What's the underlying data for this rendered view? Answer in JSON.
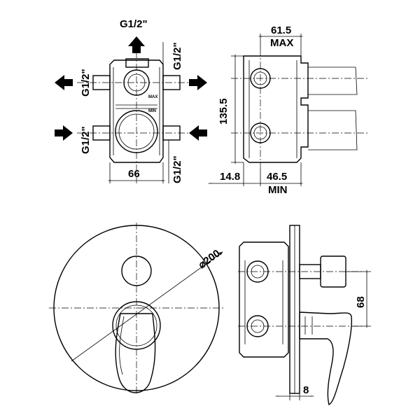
{
  "labels": {
    "g_top": "G1/2\"",
    "g_right_top": "G1/2\"",
    "g_left_top": "G1/2\"",
    "g_left_bottom": "G1/2\"",
    "g_right_bottom": "G1/2\"",
    "width_66": "66",
    "max_61_5": "61.5",
    "max_text": "MAX",
    "height_135_5": "135.5",
    "offset_14_8": "14.8",
    "min_46_5": "46.5",
    "min_text": "MIN",
    "diameter_200": "⌀200",
    "height_68": "68",
    "plate_8": "8",
    "body_max": "MAX",
    "body_min": "MIN"
  }
}
